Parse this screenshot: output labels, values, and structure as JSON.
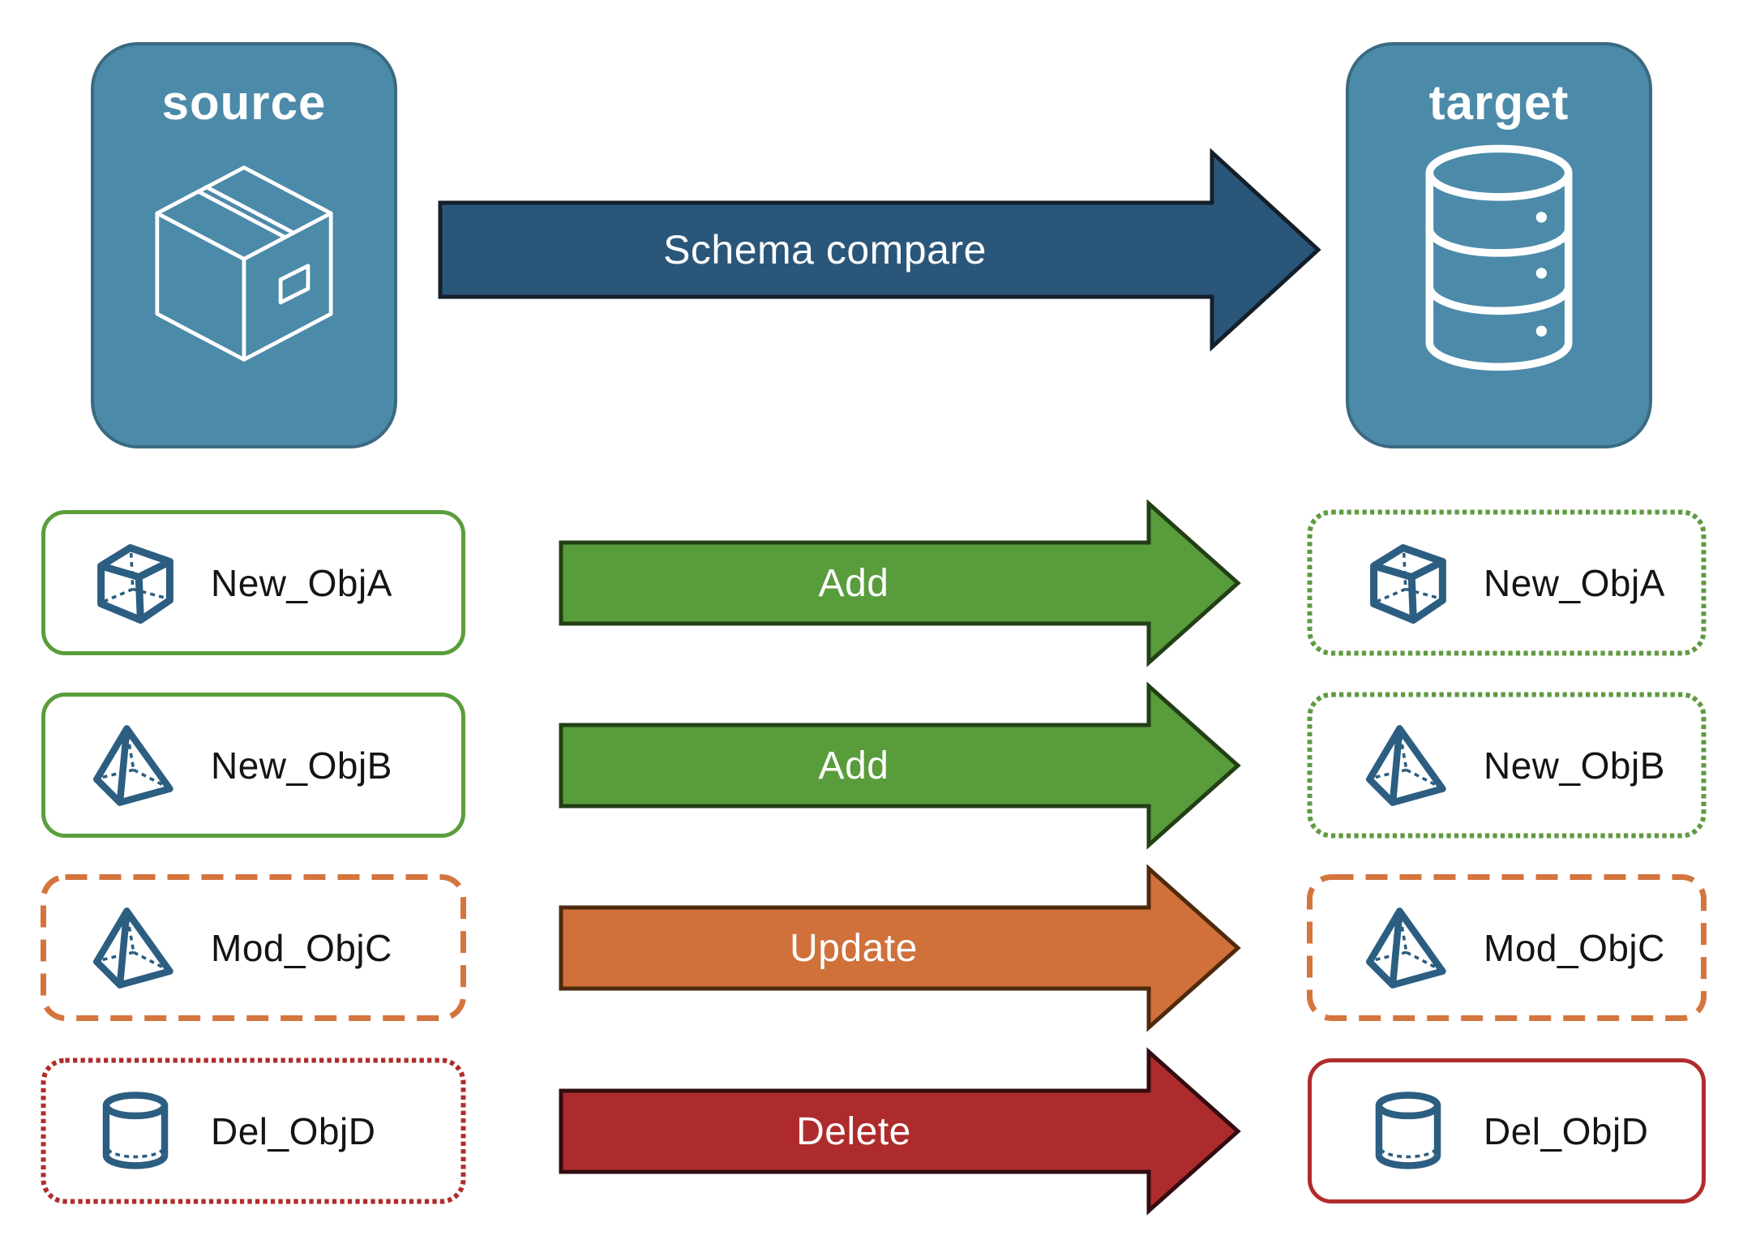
{
  "source_panel": {
    "label": "source",
    "icon": "package-icon"
  },
  "target_panel": {
    "label": "target",
    "icon": "database-icon"
  },
  "compare_arrow": {
    "label": "Schema compare"
  },
  "rows": [
    {
      "object": "New_ObjA",
      "action": "Add",
      "icon": "cube-icon",
      "source_border": "solid-green",
      "target_border": "dotted-green"
    },
    {
      "object": "New_ObjB",
      "action": "Add",
      "icon": "pyramid-icon",
      "source_border": "solid-green",
      "target_border": "dotted-green"
    },
    {
      "object": "Mod_ObjC",
      "action": "Update",
      "icon": "pyramid-icon",
      "source_border": "dashed-orange",
      "target_border": "dashed-orange"
    },
    {
      "object": "Del_ObjD",
      "action": "Delete",
      "icon": "cylinder-icon",
      "source_border": "dotted-red",
      "target_border": "solid-red"
    }
  ],
  "colors": {
    "panel_fill": "#4c8aa9",
    "panel_border": "#3a6a81",
    "compare_arrow_fill": "#2a567a",
    "add_arrow_fill": "#589c3c",
    "update_arrow_fill": "#d0703a",
    "delete_arrow_fill": "#ae2b2d",
    "green_border": "#5a9e3c",
    "orange_border": "#d4753e",
    "red_border": "#b02c2c",
    "object_icon_blue": "#2c5e81"
  }
}
